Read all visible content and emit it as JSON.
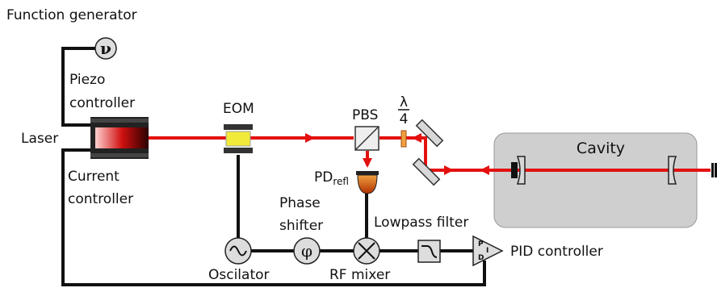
{
  "labels": {
    "function_generator": "Function generator",
    "nu_symbol": "ν",
    "piezo_line1": "Piezo",
    "piezo_line2": "controller",
    "laser": "Laser",
    "current_line1": "Current",
    "current_line2": "controller",
    "eom": "EOM",
    "pbs": "PBS",
    "lambda_num": "λ",
    "lambda_den": "4",
    "pd_main": "PD",
    "pd_sub": "refl",
    "cavity": "Cavity",
    "phase_line1": "Phase",
    "phase_line2": "shifter",
    "phi_symbol": "φ",
    "lowpass": "Lowpass filter",
    "pid": "PID controller",
    "pid_p": "P",
    "pid_i": "I",
    "pid_d": "D",
    "oscillator": "Oscilator",
    "rf_mixer": "RF mixer"
  },
  "colors": {
    "beam": "#e41010",
    "wire": "#111111",
    "cavity_box": "#cfcfcf",
    "eom_crystal": "#f2ea3a",
    "photodiode": "#e0821a",
    "waveplate": "#f0a040"
  }
}
